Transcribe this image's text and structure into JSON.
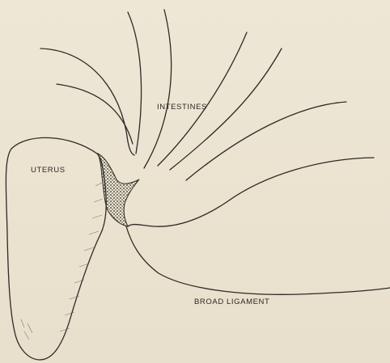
{
  "labels": {
    "intestines": "INTESTINES",
    "uterus": "UTERUS",
    "broad_ligament": "BROAD LIGAMENT"
  },
  "colors": {
    "paper": "#ece5d3",
    "ink": "#2c2a26"
  }
}
